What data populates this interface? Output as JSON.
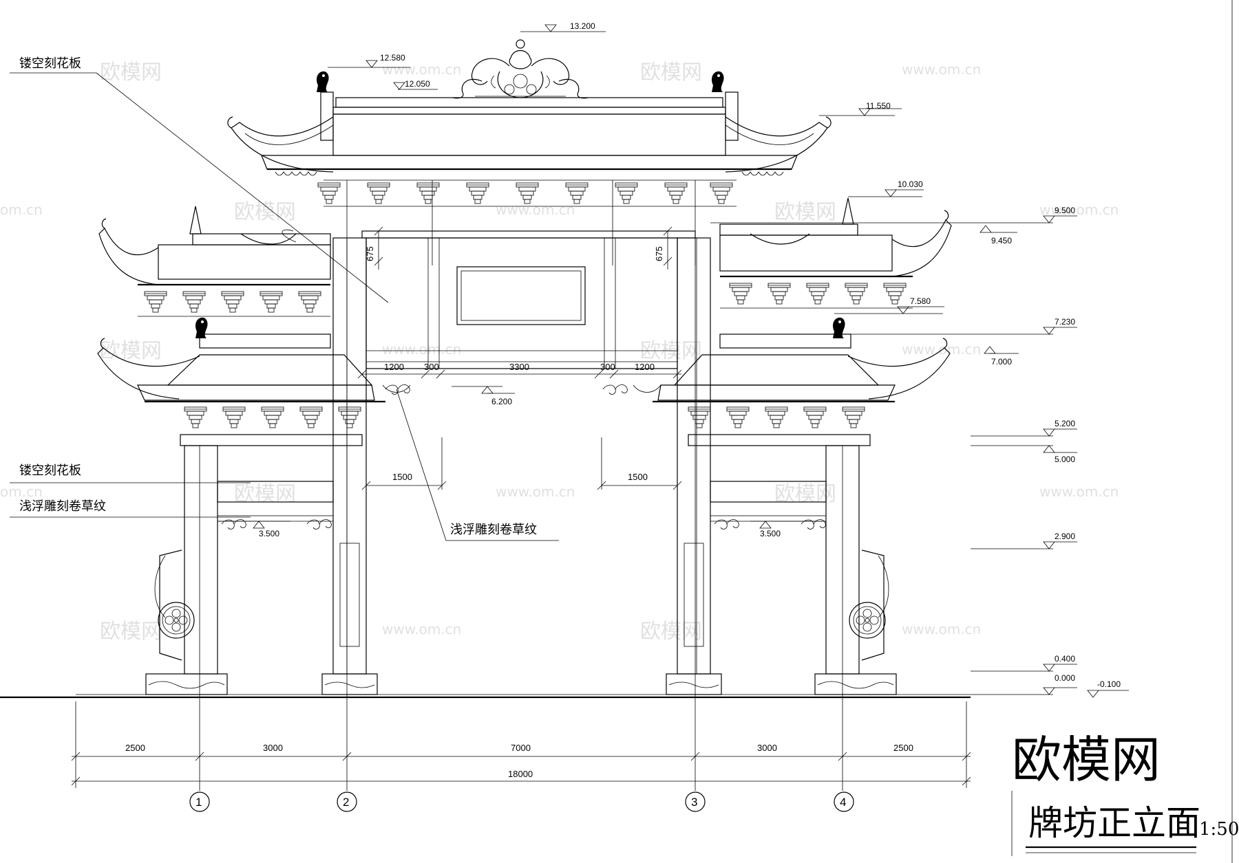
{
  "title": "牌坊正立面",
  "scale": "1:50",
  "brand_logo": "欧模网",
  "watermarks": {
    "logo_text": "欧模网",
    "url_text": "www.om.cn",
    "url_text_short": "om.cn"
  },
  "notes": {
    "hollow_panel_top": "镂空刻花板",
    "hollow_panel_side": "镂空刻花板",
    "relief_side": "浅浮雕刻卷草纹",
    "relief_center": "浅浮雕刻卷草纹"
  },
  "levels": {
    "top_finial": "13.200",
    "top_ridge_ornament": "12.580",
    "top_ridge": "12.050",
    "top_eave": "11.550",
    "side_upper_ridge": "10.030",
    "beam_top": "9.500",
    "beam_top_inner": "9.450",
    "side_ridge_beast": "7.580",
    "side_lower_ridge": "7.230",
    "side_lower_eave": "7.000",
    "center_opening": "6.200",
    "side_beam_top": "5.200",
    "side_beam_bottom": "5.000",
    "side_opening_left": "3.500",
    "side_opening_right": "3.500",
    "plinth_top_level": "2.900",
    "base_top": "0.400",
    "ground": "0.000",
    "outside_ground": "-0.100"
  },
  "dimensions": {
    "upper_beam_height_left": "675",
    "upper_beam_height_right": "675",
    "upper_spans": [
      "1200",
      "300",
      "3300",
      "300",
      "1200"
    ],
    "side_offset_left": "1500",
    "side_offset_right": "1500",
    "bay_spans": [
      "2500",
      "3000",
      "7000",
      "3000",
      "2500"
    ],
    "total_span": "18000"
  },
  "axes": [
    "1",
    "2",
    "3",
    "4"
  ]
}
